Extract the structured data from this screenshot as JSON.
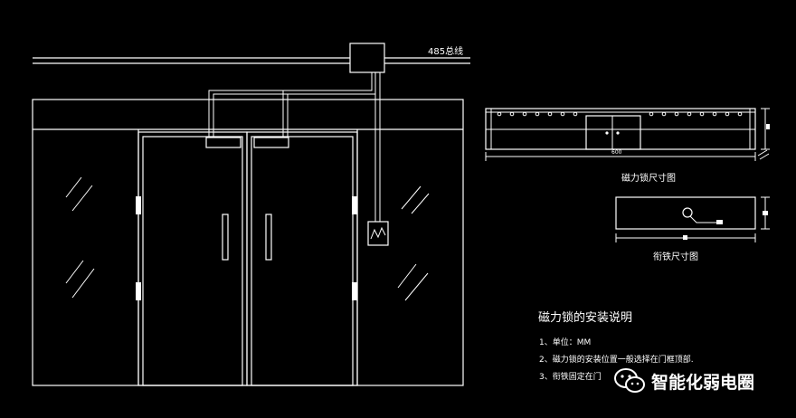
{
  "labels": {
    "bus": "485总线",
    "lock_dim_width": "600",
    "lock_caption": "磁力锁尺寸图",
    "plate_caption": "衔铁尺寸图"
  },
  "notes": {
    "title": "磁力锁的安装说明",
    "items": [
      "1、单位：MM",
      "2、磁力锁的安装位置一般选择在门框顶部.",
      "3、衔铁固定在门"
    ]
  },
  "watermark": {
    "text": "智能化弱电圈",
    "icon": "wechat-icon"
  }
}
